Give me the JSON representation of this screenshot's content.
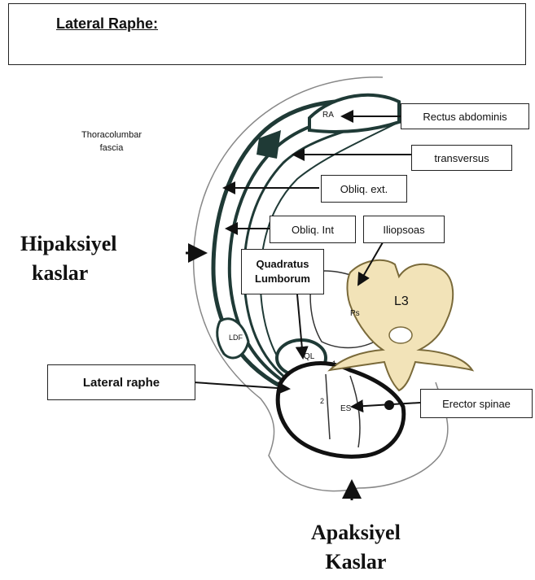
{
  "header": {
    "title": "Lateral Raphe:"
  },
  "labels": {
    "thoracolumbar": [
      "Thoracolumbar",
      "fascia"
    ],
    "rectus": "Rectus abdominis",
    "transversus": "transversus",
    "obliq_ext": "Obliq. ext.",
    "obliq_int": "Obliq. Int",
    "iliopsoas": "Iliopsoas",
    "quadratus": [
      "Quadratus",
      "Lumborum"
    ],
    "lateral_raphe": "Lateral raphe",
    "erector": "Erector spinae",
    "hipaksiyel": [
      "Hipaksiyel",
      "kaslar"
    ],
    "apaksiyel": [
      "Apaksiyel",
      "Kaslar"
    ],
    "vertebra": "L3",
    "small": {
      "ra": "RA",
      "ps": "Ps",
      "ql": "QL",
      "ldf": "LDF",
      "es": "ES",
      "num1": "1",
      "num2": "2"
    }
  },
  "colors": {
    "muscle": "#1f3a36",
    "vertebra": "#f2e3b8",
    "vertebra_stroke": "#7a6a3a",
    "line": "#111111"
  }
}
